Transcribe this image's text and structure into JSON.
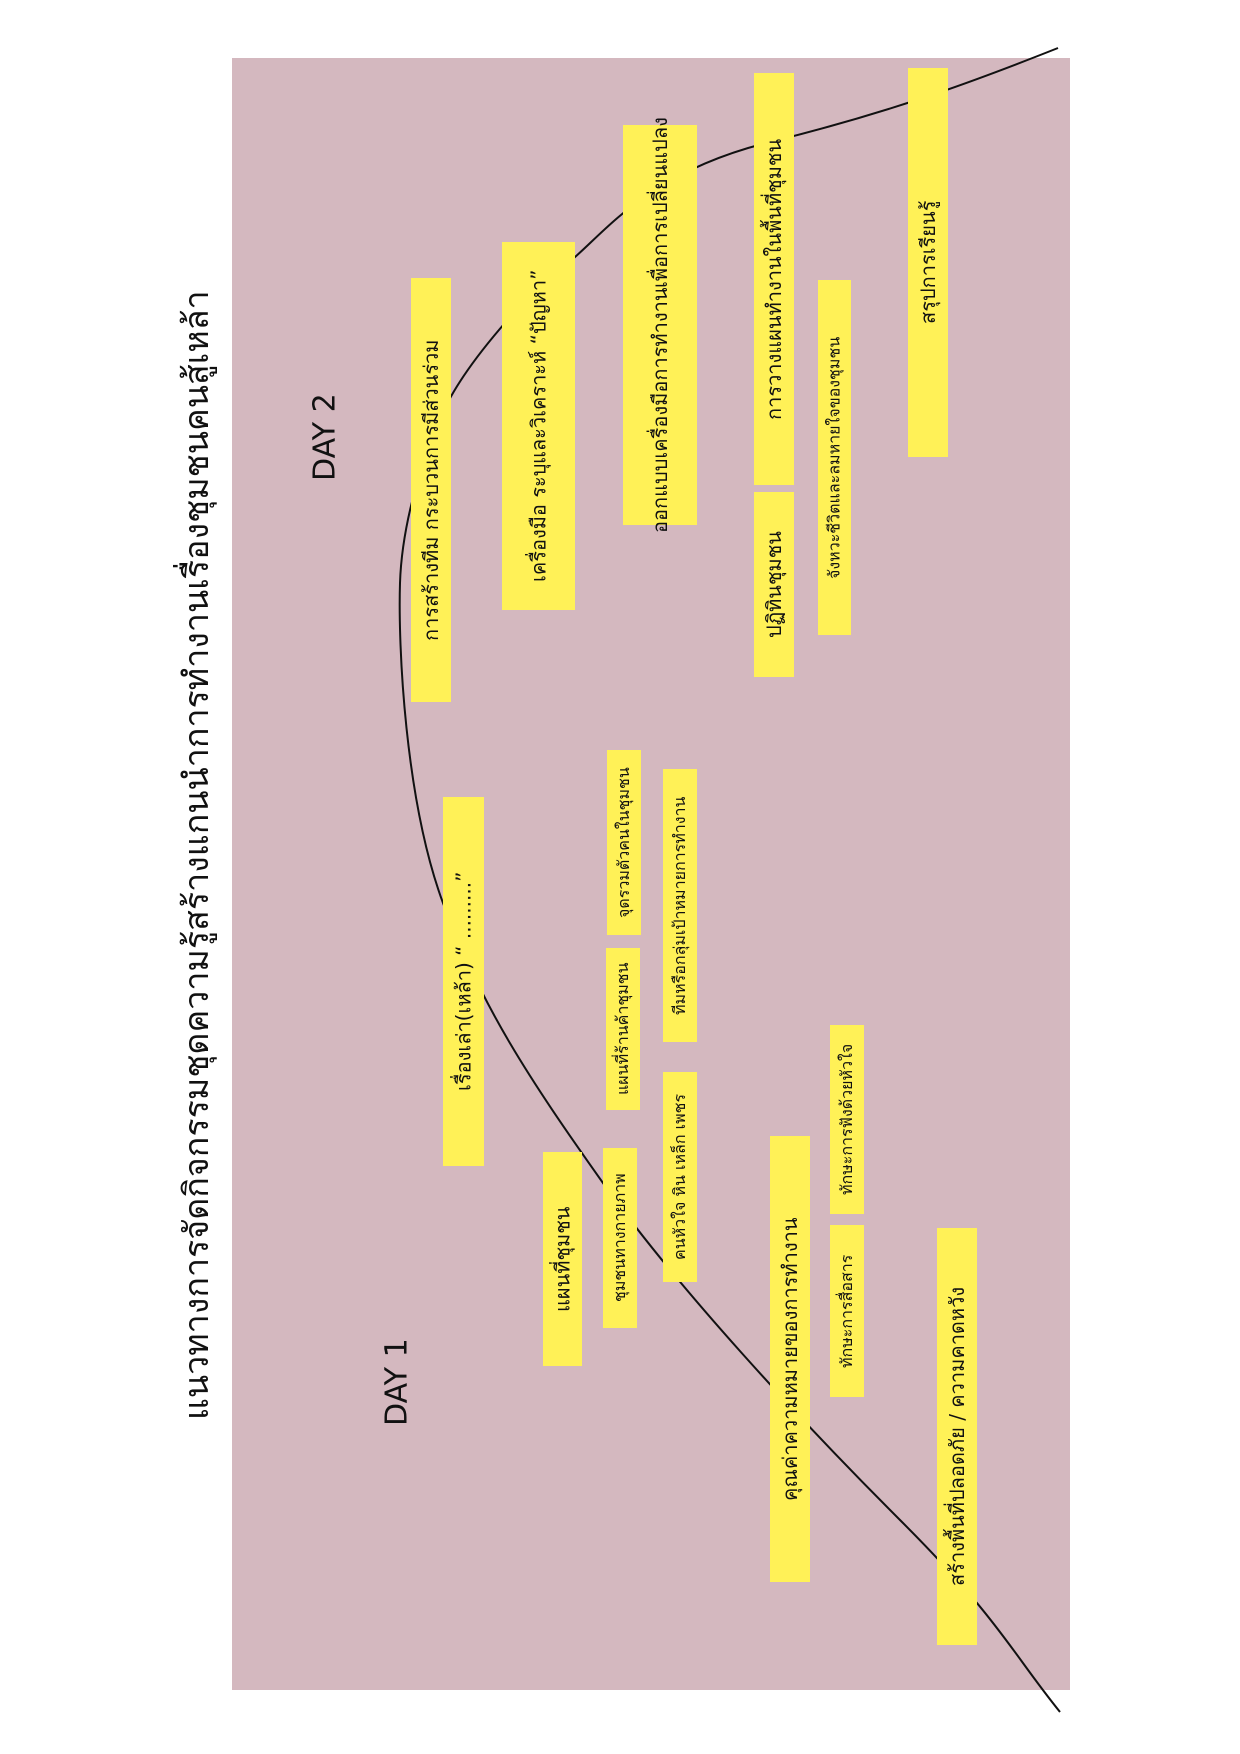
{
  "title": "แนวทางการจัดกิจกรรมชุดความรู้สร้างแกนนำการทำงานเรื่องชุมชนคนสู้เหล้า",
  "colors": {
    "background": "#d4b8bf",
    "note": "#fff157",
    "curve": "#111111"
  },
  "day1": {
    "label": "DAY 1",
    "items": [
      {
        "text": "สร้างพื้นที่ปลอดภัย  / ความคาดหวัง"
      },
      {
        "text": "คุณค่าความหมายของการทำงาน",
        "subs": [
          "ทักษะการสื่อสาร",
          "ทักษะการฟังด้วยหัวใจ"
        ]
      },
      {
        "text": "แผนที่ชุมชน",
        "subs": [
          "ชุมชนทางกายภาพ",
          "แผนที่ร้านค้าชุมชน",
          "จุดรวมตัวคนในชุมชน",
          "คนหัวใจ หิน เหล็ก เพชร",
          "ทีมหรือกลุ่มเป้าหมายการทำงาน"
        ]
      },
      {
        "text": "เรื่องเล่า(เหล้า) “ .........”"
      }
    ]
  },
  "day2": {
    "label": "DAY 2",
    "items": [
      {
        "text": "การสร้างทีม กระบวนการมีส่วนร่วม"
      },
      {
        "lines": [
          "เครื่องมือ ระบุ",
          "และวิเคราะห์ “ปัญหา”"
        ]
      },
      {
        "lines": [
          "ออกแบบเครื่องมือการทำงาน",
          "เพื่อการเปลี่ยนแปลง"
        ]
      },
      {
        "text": "การวางแผนทำงานในพื้นที่ชุมชน"
      },
      {
        "text": "ปฏิทินชุมชน",
        "subs": [
          "จังหวะชีวิตและลมหายใจของชุมชน"
        ]
      },
      {
        "text": "สรุปการเรียนรู้"
      }
    ]
  }
}
